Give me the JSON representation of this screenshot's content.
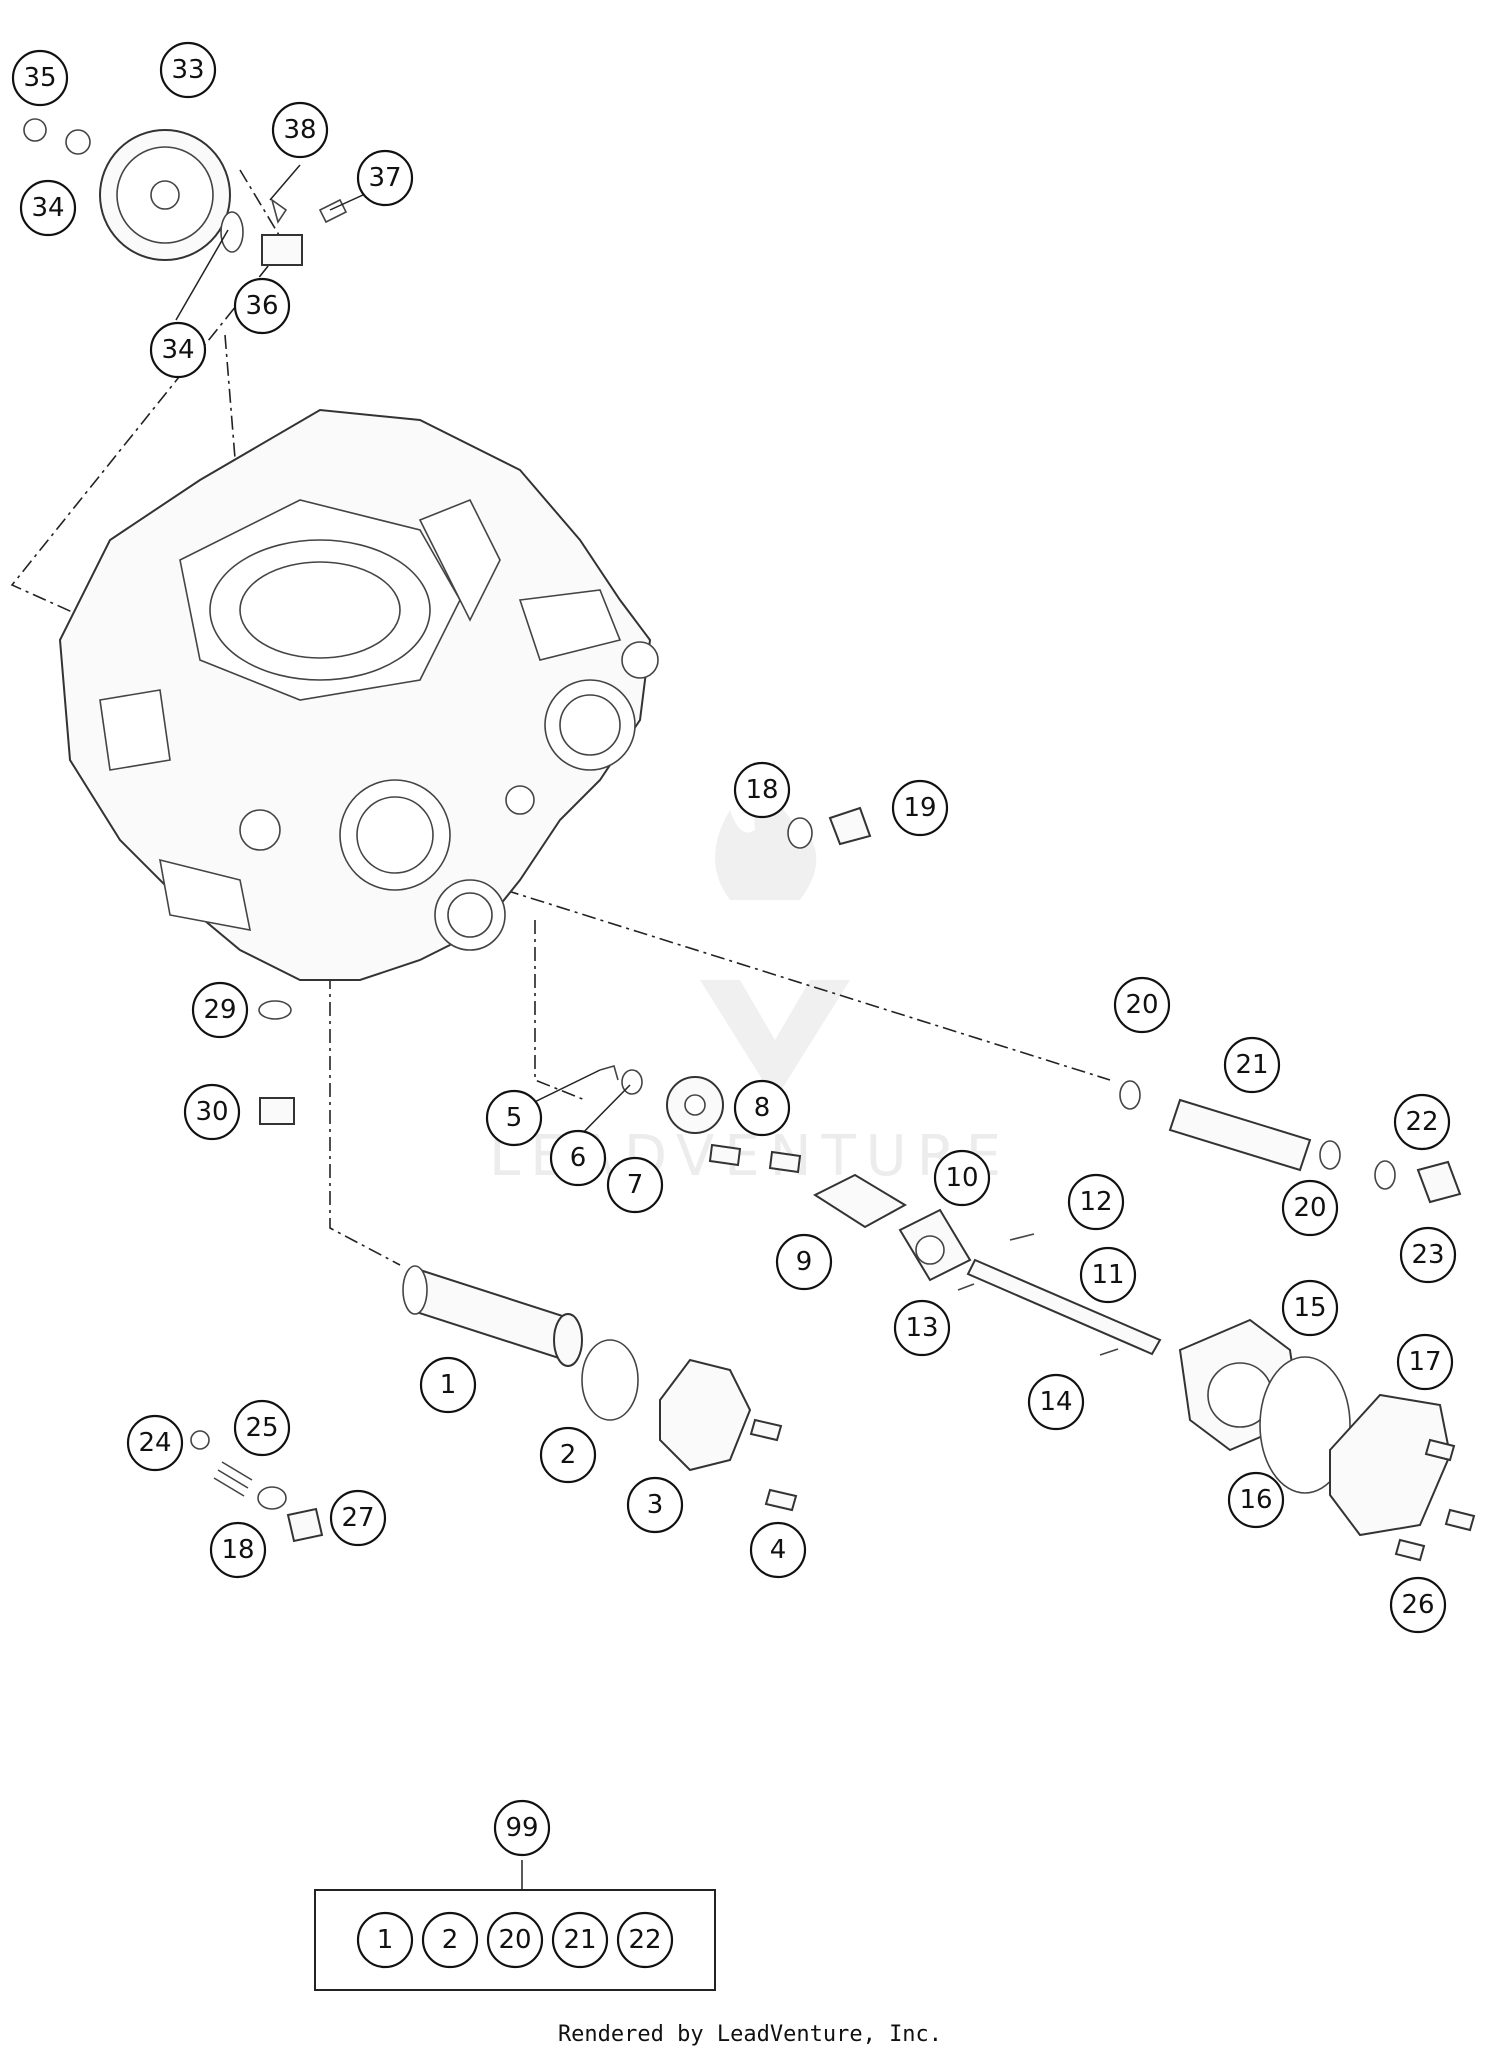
{
  "diagram": {
    "callouts": [
      {
        "id": "c35",
        "label": "35"
      },
      {
        "id": "c33",
        "label": "33"
      },
      {
        "id": "c34a",
        "label": "34"
      },
      {
        "id": "c38",
        "label": "38"
      },
      {
        "id": "c37",
        "label": "37"
      },
      {
        "id": "c36",
        "label": "36"
      },
      {
        "id": "c34b",
        "label": "34"
      },
      {
        "id": "c18a",
        "label": "18"
      },
      {
        "id": "c19",
        "label": "19"
      },
      {
        "id": "c29",
        "label": "29"
      },
      {
        "id": "c30",
        "label": "30"
      },
      {
        "id": "c20a",
        "label": "20"
      },
      {
        "id": "c21",
        "label": "21"
      },
      {
        "id": "c22",
        "label": "22"
      },
      {
        "id": "c20b",
        "label": "20"
      },
      {
        "id": "c23",
        "label": "23"
      },
      {
        "id": "c5",
        "label": "5"
      },
      {
        "id": "c6",
        "label": "6"
      },
      {
        "id": "c7",
        "label": "7"
      },
      {
        "id": "c8",
        "label": "8"
      },
      {
        "id": "c10",
        "label": "10"
      },
      {
        "id": "c9",
        "label": "9"
      },
      {
        "id": "c12",
        "label": "12"
      },
      {
        "id": "c11",
        "label": "11"
      },
      {
        "id": "c13",
        "label": "13"
      },
      {
        "id": "c15",
        "label": "15"
      },
      {
        "id": "c14",
        "label": "14"
      },
      {
        "id": "c17",
        "label": "17"
      },
      {
        "id": "c1",
        "label": "1"
      },
      {
        "id": "c2",
        "label": "2"
      },
      {
        "id": "c3",
        "label": "3"
      },
      {
        "id": "c4",
        "label": "4"
      },
      {
        "id": "c24",
        "label": "24"
      },
      {
        "id": "c25",
        "label": "25"
      },
      {
        "id": "c27",
        "label": "27"
      },
      {
        "id": "c18b",
        "label": "18"
      },
      {
        "id": "c16",
        "label": "16"
      },
      {
        "id": "c26",
        "label": "26"
      },
      {
        "id": "c99",
        "label": "99"
      }
    ],
    "kit": {
      "label": "99",
      "items": [
        "1",
        "2",
        "20",
        "21",
        "22"
      ]
    },
    "watermark": "LEADVENTURE"
  },
  "footer": {
    "credit": "Rendered by LeadVenture, Inc."
  },
  "colors": {
    "line": "#222222",
    "watermark": "#ececec"
  }
}
